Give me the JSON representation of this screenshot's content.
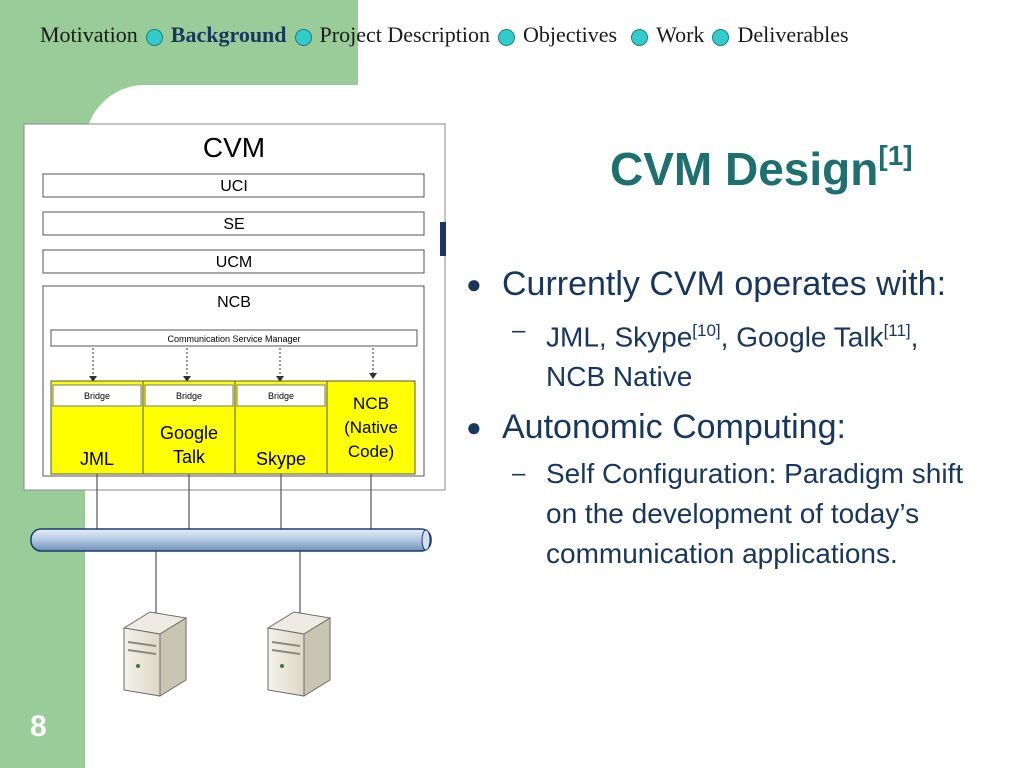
{
  "nav": {
    "items": [
      {
        "label": "Motivation",
        "active": false
      },
      {
        "label": "Background",
        "active": true
      },
      {
        "label": "Project Description",
        "active": false
      },
      {
        "label": "Objectives",
        "active": false
      },
      {
        "label": "Work",
        "active": false
      },
      {
        "label": "Deliverables",
        "active": false
      }
    ]
  },
  "slide": {
    "title": "CVM Design",
    "title_ref": "[1]",
    "page_number": "8"
  },
  "diagram": {
    "cvm_label": "CVM",
    "layers": [
      "UCI",
      "SE",
      "UCM"
    ],
    "ncb_label": "NCB",
    "csm_label": "Communication Service Manager",
    "bridge_label": "Bridge",
    "components": {
      "jml": "JML",
      "google_talk_line1": "Google",
      "google_talk_line2": "Talk",
      "skype": "Skype",
      "ncb_native_line1": "NCB",
      "ncb_native_line2": "(Native",
      "ncb_native_line3": "Code)"
    }
  },
  "bullets": {
    "b1": "Currently CVM operates with:",
    "b1_sub_a": "JML, Skype",
    "b1_sub_ref1": "[10]",
    "b1_sub_b": ", Google Talk",
    "b1_sub_ref2": "[11]",
    "b1_sub_c": ", NCB Native",
    "b2": "Autonomic Computing:",
    "b2_sub": "Self Configuration: Paradigm shift on the development of today’s communication applications."
  },
  "colors": {
    "band": "#99cc99",
    "nav_dot": "#33cccc",
    "title": "#1e6f6f",
    "body_text": "#17375e",
    "component_fill": "#ffff00",
    "network_bus": "#b8cce4"
  },
  "icons": {
    "bullet": "bullet-dot-icon",
    "sub_bullet": "dash-icon",
    "server": "server-computer-icon"
  }
}
